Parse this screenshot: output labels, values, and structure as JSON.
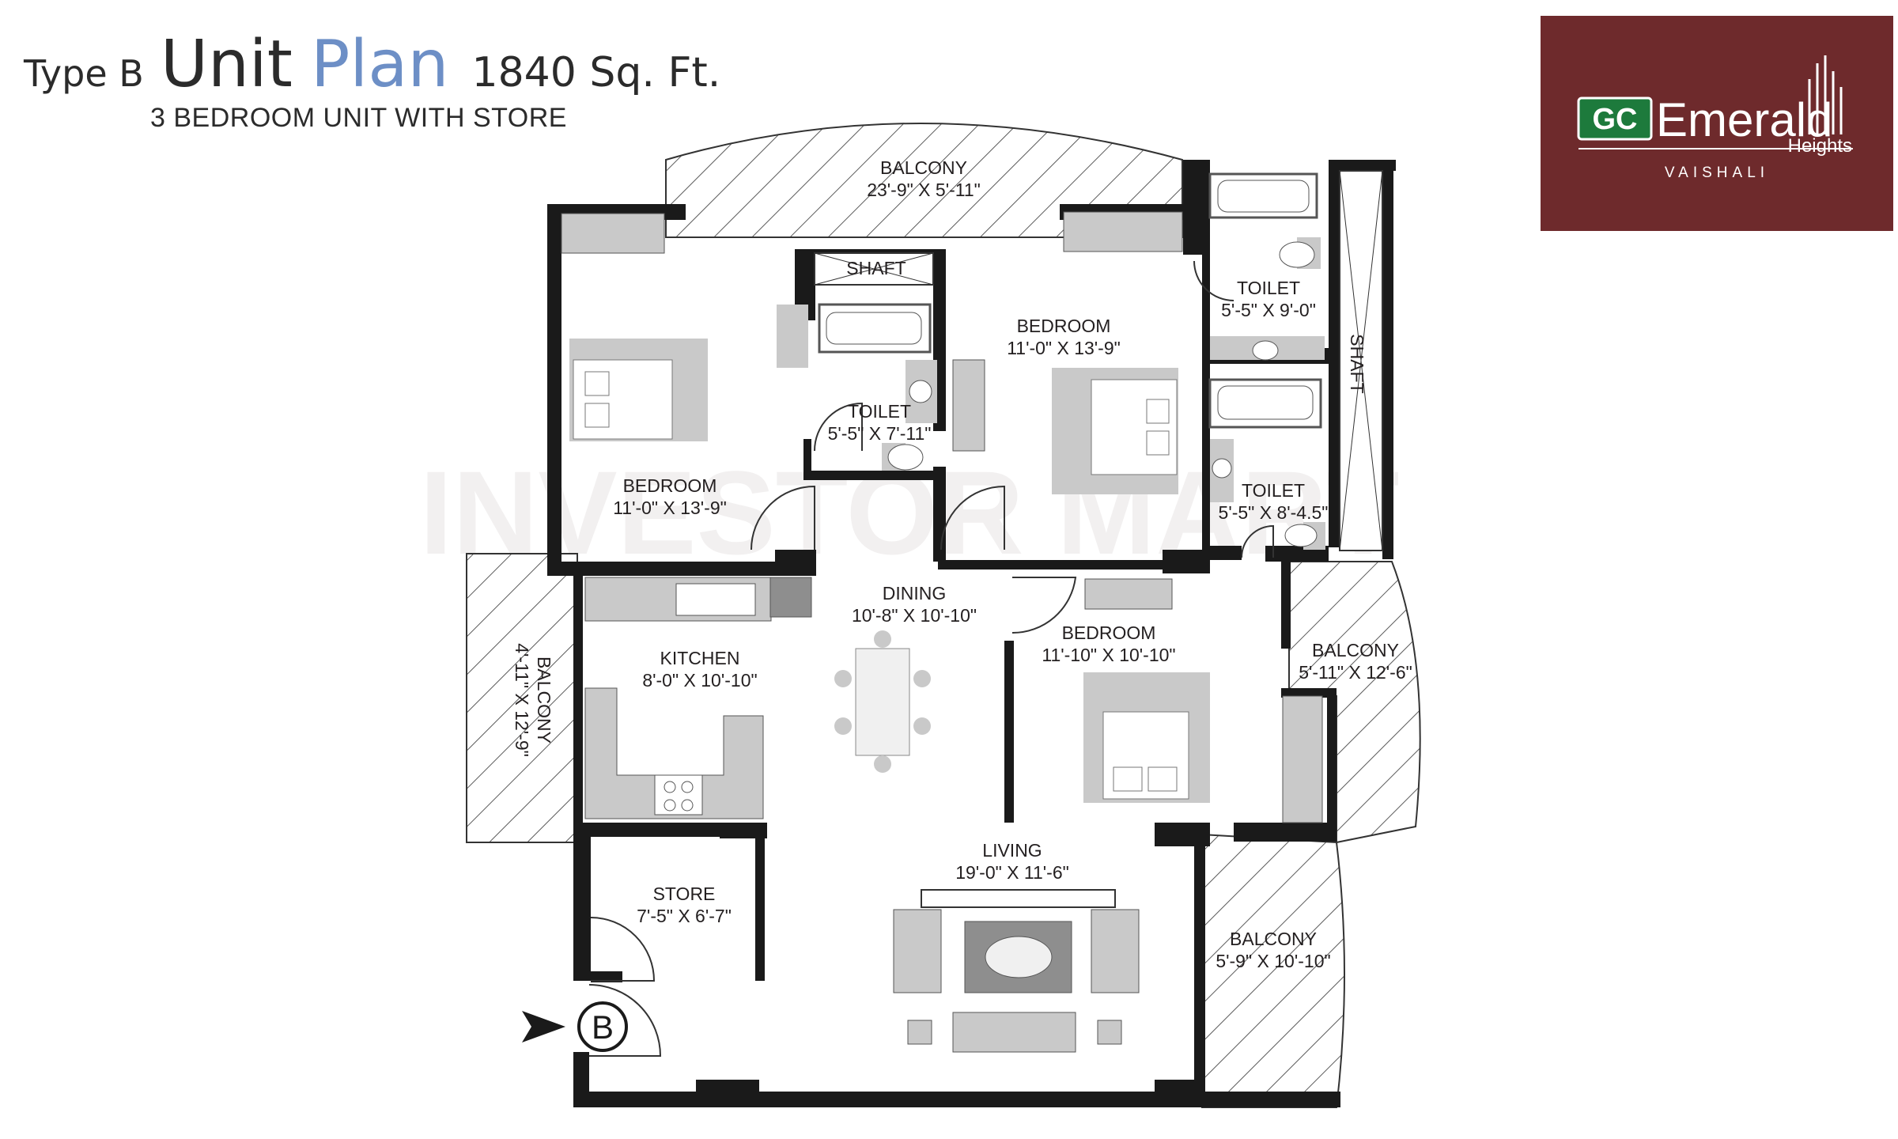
{
  "header": {
    "type_label": "Type B",
    "unit_word": "Unit",
    "plan_word": "Plan",
    "area": "1840 Sq. Ft.",
    "subtitle": "3 BEDROOM UNIT WITH STORE"
  },
  "logo": {
    "badge": "GC",
    "name": "Emerald",
    "sub_name": "Heights",
    "location": "VAISHALI",
    "background_color": "#6e2a2c",
    "badge_color": "#1d7a3c"
  },
  "watermark": "INVESTOR MART",
  "entry_marker": "B",
  "rooms": {
    "balcony_top": {
      "name": "BALCONY",
      "size": "23'-9\" X 5'-11\""
    },
    "shaft_top": {
      "name": "SHAFT"
    },
    "shaft_right": {
      "name": "SHAFT"
    },
    "toilet_top_right": {
      "name": "TOILET",
      "size": "5'-5\" X 9'-0\""
    },
    "bedroom_top_left": {
      "name": "BEDROOM",
      "size": "11'-0\" X 13'-9\""
    },
    "bedroom_top_mid": {
      "name": "BEDROOM",
      "size": "11'-0\" X 13'-9\""
    },
    "toilet_mid": {
      "name": "TOILET",
      "size": "5'-5\" X 7'-11\""
    },
    "toilet_right": {
      "name": "TOILET",
      "size": "5'-5\" X 8'-4.5\""
    },
    "dining": {
      "name": "DINING",
      "size": "10'-8\" X 10'-10\""
    },
    "kitchen": {
      "name": "KITCHEN",
      "size": "8'-0\" X 10'-10\""
    },
    "bedroom_lower": {
      "name": "BEDROOM",
      "size": "11'-10\" X 10'-10\""
    },
    "balcony_right": {
      "name": "BALCONY",
      "size": "5'-11\" X 12'-6\""
    },
    "balcony_left": {
      "name": "BALCONY",
      "size": "4'-11\" X 12'-9\""
    },
    "living": {
      "name": "LIVING",
      "size": "19'-0\" X 11'-6\""
    },
    "store": {
      "name": "STORE",
      "size": "7'-5\" X 6'-7\""
    },
    "balcony_bottom_right": {
      "name": "BALCONY",
      "size": "5'-9\" X 10'-10\""
    }
  },
  "colors": {
    "wall": "#1a1a1a",
    "furniture_fill": "#c9c9c9",
    "furniture_dark": "#8e8e8e",
    "hatch": "#5a5a5a"
  }
}
